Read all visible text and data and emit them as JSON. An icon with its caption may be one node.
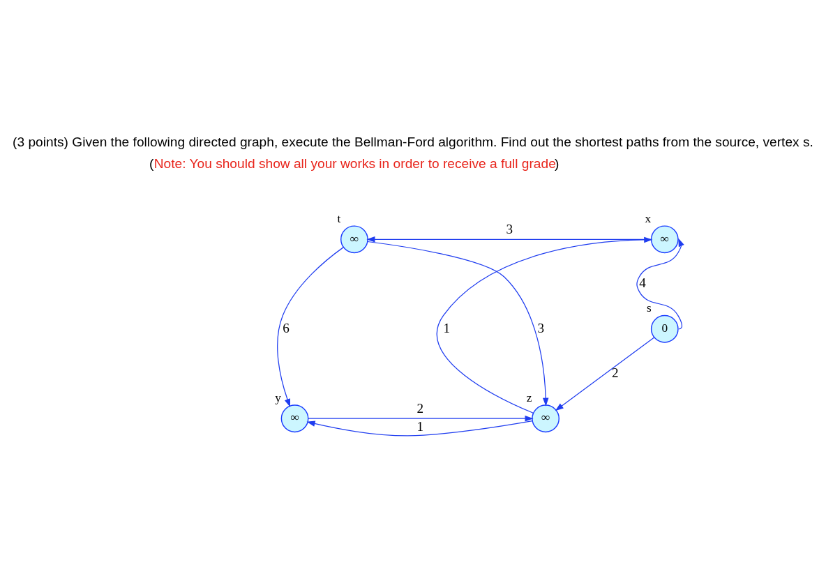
{
  "diagram": {
    "title": "(3 points) Given the following directed graph, execute the Bellman-Ford algorithm. Find out the shortest paths from the source, vertex s.",
    "nodes": [
      {
        "text": [
          "∞"
        ],
        "beside": [
          "t"
        ]
      },
      {
        "text": [
          "∞"
        ],
        "beside": [
          "x"
        ]
      },
      {
        "text": [
          "0"
        ],
        "beside": [
          "s"
        ]
      },
      {
        "text": [
          "∞"
        ],
        "beside": [
          "y"
        ]
      },
      {
        "text": [
          "∞"
        ],
        "beside": [
          "z"
        ]
      }
    ],
    "edges": [
      {
        "from": 0,
        "to": 3,
        "arrow": "to",
        "label": "6"
      },
      {
        "from": 0,
        "to": 4,
        "arrow": "to",
        "label": "3"
      },
      {
        "from": 1,
        "to": 0,
        "arrow": "to",
        "label": "3"
      },
      {
        "from": 2,
        "to": 1,
        "arrow": "to",
        "label": "4"
      },
      {
        "from": 2,
        "to": 4,
        "arrow": "to",
        "label": "2"
      },
      {
        "from": 3,
        "to": 4,
        "arrow": "to",
        "label": "2"
      },
      {
        "from": 4,
        "to": 1,
        "arrow": "to",
        "label": "1"
      },
      {
        "from": 4,
        "to": 3,
        "arrow": "to",
        "label": "1"
      }
    ],
    "labels": [
      "(Note: You should show all your works in order to receive a full grade)"
    ]
  }
}
